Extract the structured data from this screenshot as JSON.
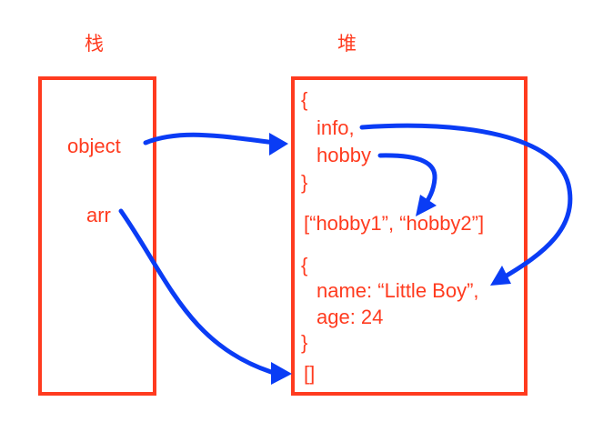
{
  "titles": {
    "stack": "栈",
    "heap": "堆"
  },
  "stack": {
    "items": [
      "object",
      "arr"
    ]
  },
  "heap": {
    "lines": [
      "{",
      "info,",
      "hobby",
      "}",
      "[“hobby1”, “hobby2”]",
      "{",
      "name: “Little Boy”,",
      "age: 24",
      "}",
      "[]"
    ]
  },
  "colors": {
    "boxes_and_text": "#ff3b1f",
    "arrows": "#0a3cf5",
    "background": "#ffffff"
  }
}
